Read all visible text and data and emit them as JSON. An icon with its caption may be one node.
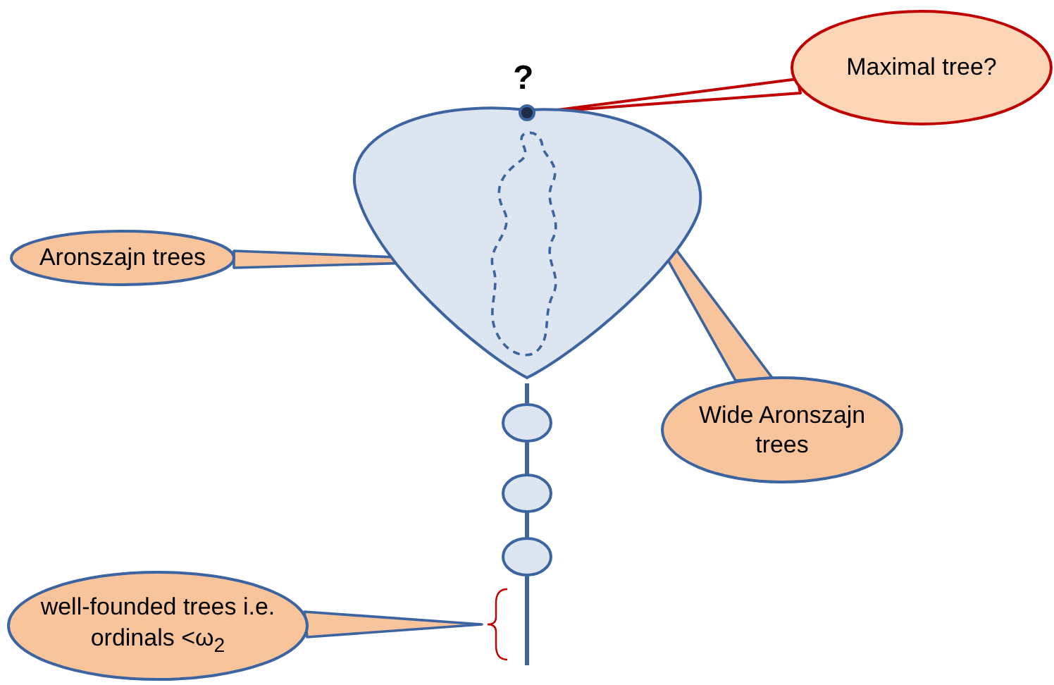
{
  "diagram": {
    "nodes": [
      {
        "text": [],
        "shape": "circle",
        "beside": [
          "?"
        ]
      },
      {
        "text": [],
        "shape": "teardrop"
      },
      {
        "text": [],
        "shape": "loop",
        "in": 1
      },
      {
        "text": [],
        "shape": "ellipse"
      },
      {
        "text": [],
        "shape": "ellipse"
      },
      {
        "text": [],
        "shape": "ellipse"
      },
      {
        "text": [
          "Maximal tree?"
        ]
      },
      {
        "text": [
          "Aronszajn trees"
        ]
      },
      {
        "text": [
          "Wide Aronszajn trees"
        ]
      },
      {
        "text": [
          "well-founded trees i.e. ordinals <ω$_{2}$"
        ]
      },
      {
        "text": [],
        "shape": "bracket"
      }
    ],
    "edges": [
      {
        "from": 6,
        "to": 0,
        "arrow": "none",
        "color": "#c00000"
      },
      {
        "from": 7,
        "to": 2,
        "arrow": "none"
      },
      {
        "from": 8,
        "to": 1,
        "arrow": "none"
      },
      {
        "from": 9,
        "to": 10,
        "arrow": "none"
      },
      {
        "from": 1,
        "to": 3,
        "arrow": "none"
      },
      {
        "from": 3,
        "to": 4,
        "arrow": "none"
      },
      {
        "from": 4,
        "to": 5,
        "arrow": "none"
      },
      {
        "from": 5,
        "to": null,
        "arrow": "none"
      }
    ]
  }
}
